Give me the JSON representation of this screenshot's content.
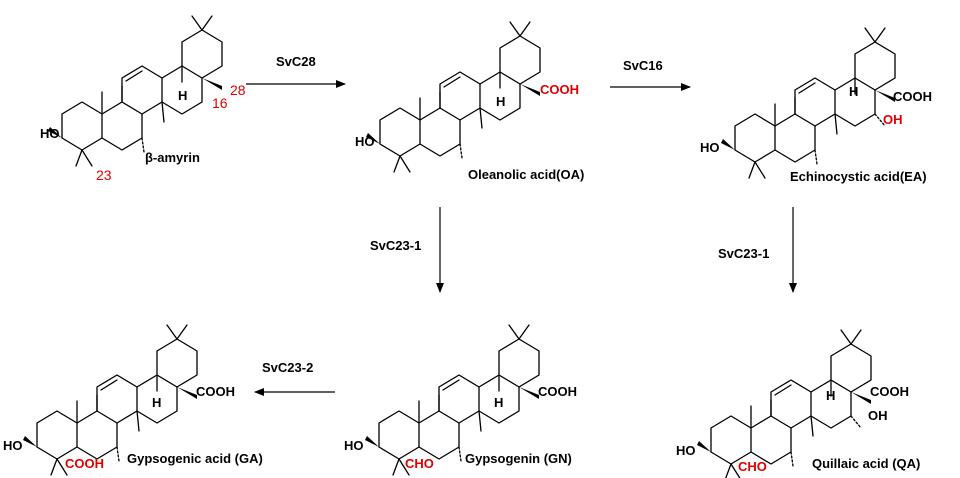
{
  "enzymes": {
    "e1": "SvC28",
    "e2": "SvC16",
    "e3": "SvC23-1",
    "e4": "SvC23-1",
    "e5": "SvC23-2"
  },
  "compounds": {
    "c1": "β-amyrin",
    "c2": "Oleanolic acid(OA)",
    "c3": "Echinocystic acid(EA)",
    "c4": "Gypsogenin (GN)",
    "c5": "Quillaic acid (QA)",
    "c6": "Gypsogenic acid (GA)"
  },
  "atoms": {
    "ho": "HO",
    "h": "H",
    "cooh": "COOH",
    "oh": "OH",
    "cho": "CHO"
  },
  "numbers": {
    "n28": "28",
    "n16": "16",
    "n23": "23"
  },
  "colors": {
    "highlight": "#e00000",
    "ink": "#000000"
  }
}
